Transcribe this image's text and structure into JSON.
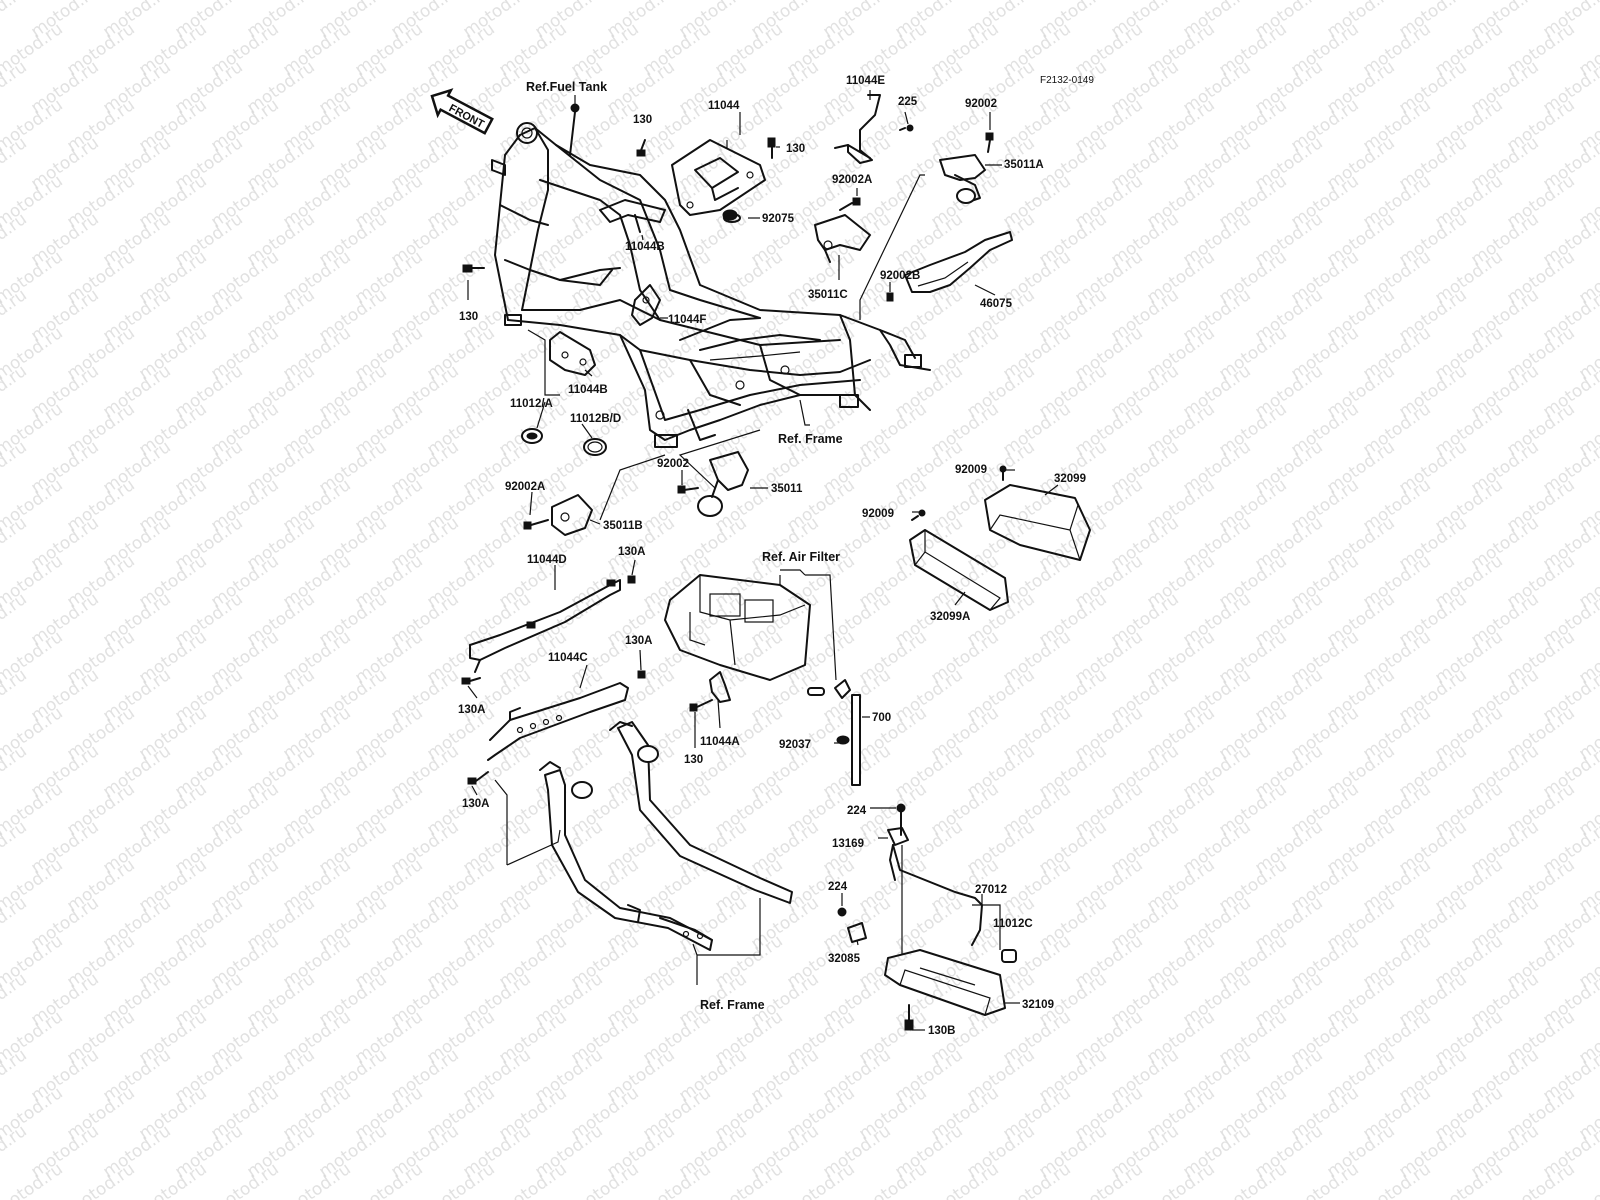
{
  "figure_code": "F2132-0149",
  "front_arrow": "FRONT",
  "watermark": "motod.ru",
  "refs": {
    "fuel_tank": "Ref.Fuel Tank",
    "frame_upper": "Ref. Frame",
    "air_filter": "Ref. Air Filter",
    "frame_lower": "Ref. Frame"
  },
  "labels": {
    "p11044": "11044",
    "p130_a": "130",
    "p130_b": "130",
    "p130_c": "130",
    "p130_d": "130",
    "p11044E": "11044E",
    "p225": "225",
    "p92002": "92002",
    "p35011A": "35011A",
    "p92002A_top": "92002A",
    "p92075": "92075",
    "p11044B_top": "11044B",
    "p35011C": "35011C",
    "p92002B": "92002B",
    "p46075": "46075",
    "p11044F": "11044F",
    "p11044B_mid": "11044B",
    "p11012A": "11012/A",
    "p11012BD": "11012B/D",
    "p92002_mid": "92002",
    "p35011": "35011",
    "p92002A_mid": "92002A",
    "p35011B": "35011B",
    "p92009_a": "92009",
    "p92009_b": "92009",
    "p32099": "32099",
    "p32099A": "32099A",
    "p11044D": "11044D",
    "p130A_a": "130A",
    "p130A_b": "130A",
    "p130A_c": "130A",
    "p130A_d": "130A",
    "p11044C": "11044C",
    "p11044A": "11044A",
    "p92037": "92037",
    "p700": "700",
    "p224_a": "224",
    "p13169": "13169",
    "p224_b": "224",
    "p27012": "27012",
    "p11012C": "11012C",
    "p32085": "32085",
    "p32109": "32109",
    "p130B": "130B"
  }
}
